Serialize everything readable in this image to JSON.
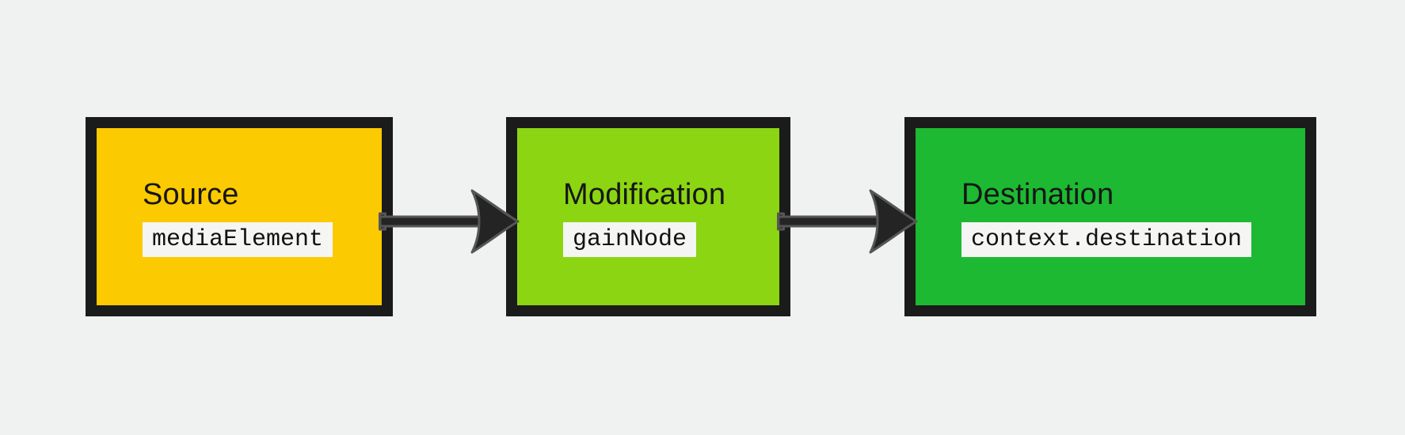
{
  "colors": {
    "page-bg": "#f0f1f1",
    "node-border": "#1b1b1b",
    "title-text": "#161616",
    "code-text": "#111111",
    "code-bg": "#f5f5f3",
    "arrow-fill": "#242424",
    "arrow-stroke": "#565656"
  },
  "diagram": {
    "nodes": [
      {
        "title": "Source",
        "code": "mediaElement",
        "fill": "#fbca00"
      },
      {
        "title": "Modification",
        "code": "gainNode",
        "fill": "#8bd512"
      },
      {
        "title": "Destination",
        "code": "context.destination",
        "fill": "#1db932"
      }
    ],
    "connections": [
      {
        "from": "Source",
        "to": "Modification"
      },
      {
        "from": "Modification",
        "to": "Destination"
      }
    ]
  }
}
